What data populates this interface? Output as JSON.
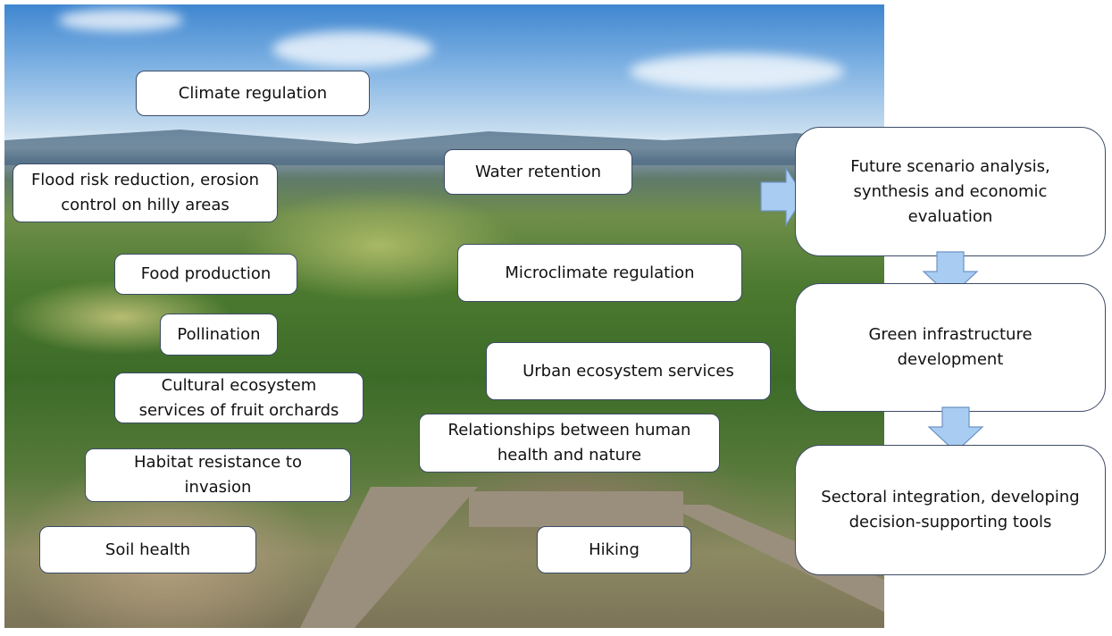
{
  "services": [
    "Climate regulation",
    "Flood risk reduction, erosion control on hilly areas",
    "Water retention",
    "Food production",
    "Microclimate regulation",
    "Pollination",
    "Urban ecosystem services",
    "Cultural ecosystem services of fruit orchards",
    "Relationships between human health and nature",
    "Habitat resistance to invasion",
    "Soil health",
    "Hiking"
  ],
  "flow": [
    "Future scenario analysis, synthesis and economic evaluation",
    "Green infrastructure development",
    "Sectoral integration, developing decision-supporting tools"
  ],
  "colors": {
    "arrow_fill": "#a9cdf2",
    "arrow_stroke": "#6d93c4",
    "box_border": "#3d4c66"
  }
}
